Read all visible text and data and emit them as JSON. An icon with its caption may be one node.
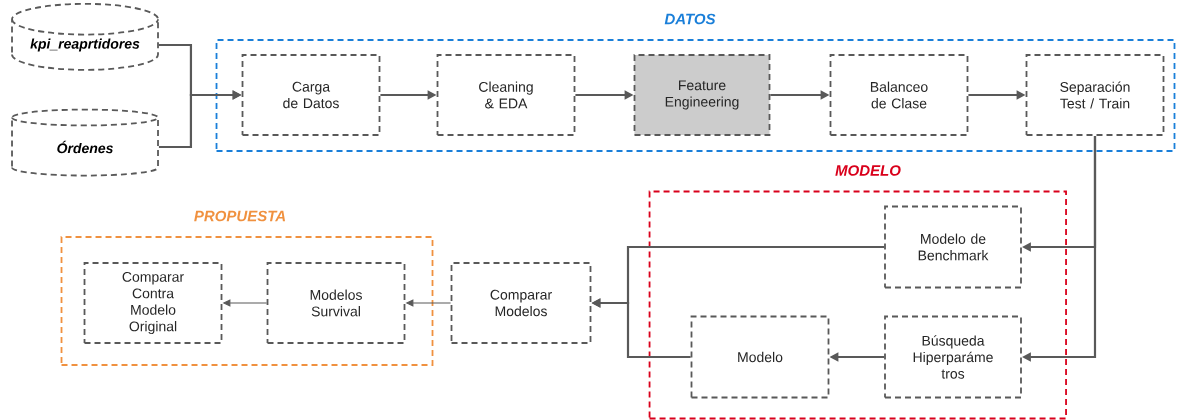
{
  "diagram": {
    "nodes": [
      {
        "text": [
          "kpi_reaprtidores"
        ]
      },
      {
        "text": [
          "Órdenes"
        ]
      },
      {
        "text": [
          "DATOS"
        ]
      },
      {
        "text": [
          "Carga de Datos"
        ],
        "in": 2
      },
      {
        "text": [
          "Cleaning & EDA"
        ],
        "in": 2
      },
      {
        "text": [
          "Feature Engineering"
        ],
        "in": 2
      },
      {
        "text": [
          "Balanceo de Clase"
        ],
        "in": 2
      },
      {
        "text": [
          "Separación Test / Train"
        ],
        "in": 2
      },
      {
        "text": [
          "MODELO"
        ]
      },
      {
        "text": [
          "Modelo de Benchmark"
        ],
        "in": 8
      },
      {
        "text": [
          "Búsqueda Hiperparáme tros"
        ],
        "in": 8
      },
      {
        "text": [
          "Modelo"
        ],
        "in": 8
      },
      {
        "text": [
          "PROPUESTA"
        ]
      },
      {
        "text": [
          "Comparar Contra Modelo Original"
        ],
        "in": 12
      },
      {
        "text": [
          "Modelos Survival"
        ],
        "in": 12
      },
      {
        "text": [
          "Comparar Modelos"
        ]
      }
    ],
    "edges": [
      {
        "from": 0,
        "to": 3,
        "arrow": "to"
      },
      {
        "from": 1,
        "to": 3,
        "arrow": "to"
      },
      {
        "from": 3,
        "to": 4,
        "arrow": "to"
      },
      {
        "from": 4,
        "to": 5,
        "arrow": "to"
      },
      {
        "from": 5,
        "to": 6,
        "arrow": "to"
      },
      {
        "from": 6,
        "to": 7,
        "arrow": "to"
      },
      {
        "from": 7,
        "to": 9,
        "arrow": "to"
      },
      {
        "from": 7,
        "to": 10,
        "arrow": "to"
      },
      {
        "from": 10,
        "to": 11,
        "arrow": "to"
      },
      {
        "from": 9,
        "to": 15,
        "arrow": "to"
      },
      {
        "from": 11,
        "to": 15,
        "arrow": "to"
      },
      {
        "from": 15,
        "to": 14,
        "arrow": "to"
      },
      {
        "from": 14,
        "to": 13,
        "arrow": "to"
      }
    ]
  }
}
